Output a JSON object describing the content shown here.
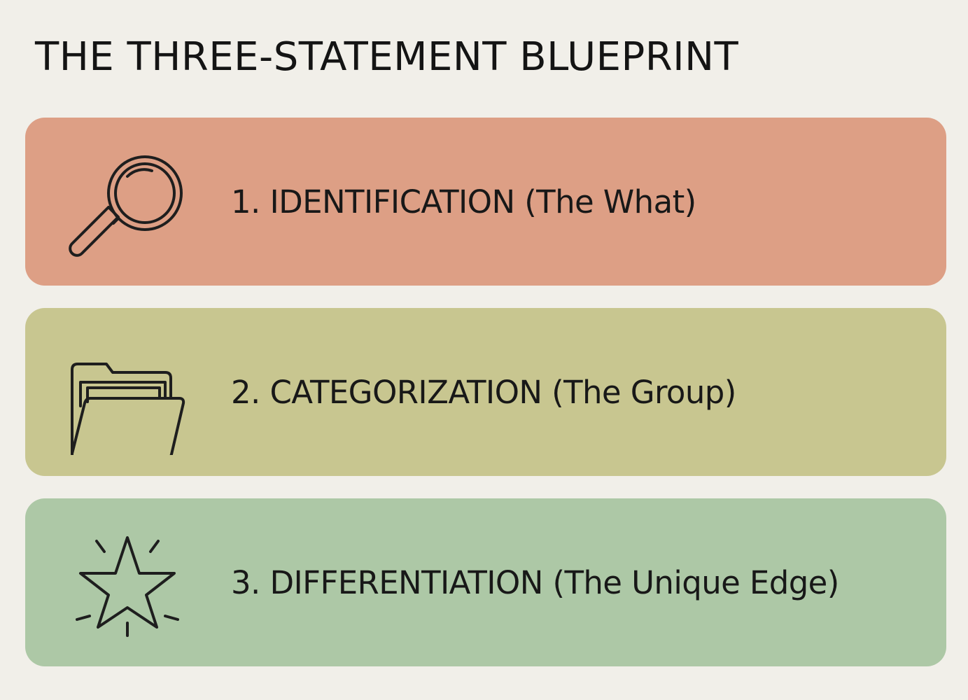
{
  "title": "THE THREE-STATEMENT BLUEPRINT",
  "steps": [
    {
      "label": "1. IDENTIFICATION (The What)",
      "icon": "magnifying-glass-icon",
      "color": "#dd9f85"
    },
    {
      "label": "2. CATEGORIZATION (The Group)",
      "icon": "folder-icon",
      "color": "#c8c690"
    },
    {
      "label": "3. DIFFERENTIATION (The Unique Edge)",
      "icon": "sparkling-star-icon",
      "color": "#adc8a6"
    }
  ]
}
